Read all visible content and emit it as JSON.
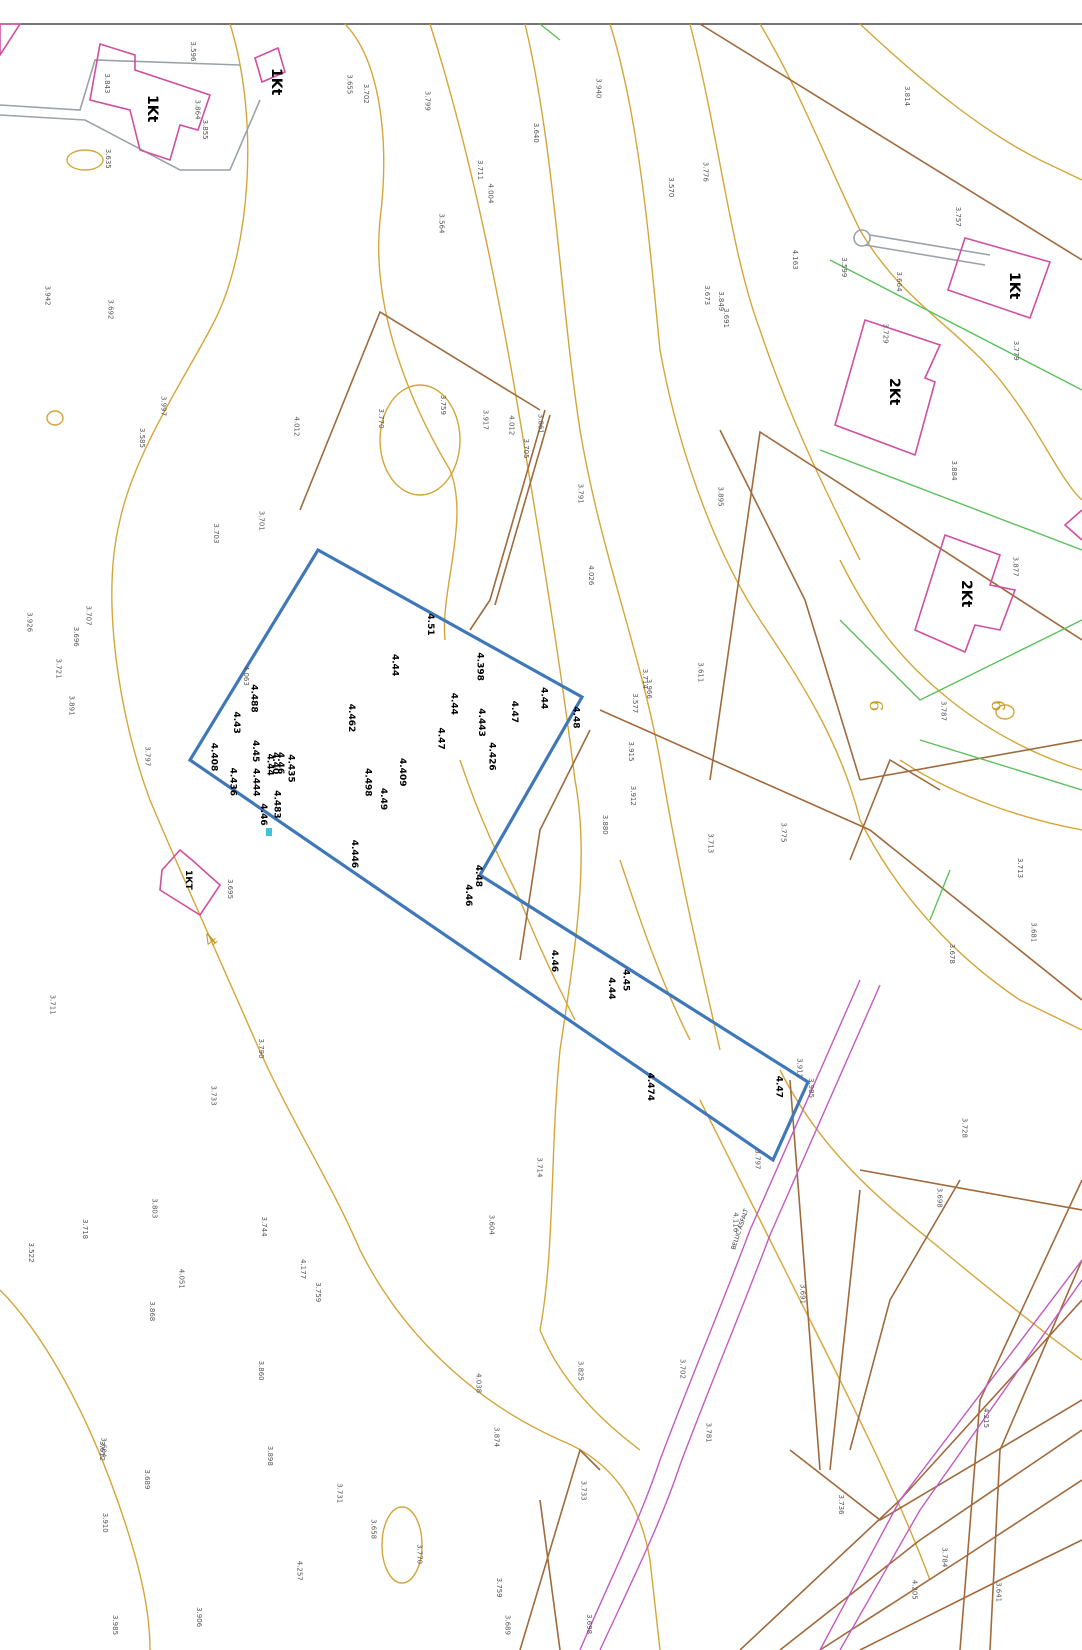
{
  "map": {
    "colors": {
      "contour": "#d4a63a",
      "boundary": "#a06a3c",
      "parcel": "#3f78b8",
      "building": "#d04fa0",
      "fence": "#9aa2ab",
      "green": "#5cc05c",
      "road": "#c25bc0"
    },
    "contour_labels": [
      "6",
      "6",
      "4"
    ],
    "building_labels": [
      "1Kt",
      "1Kt",
      "1Kt",
      "2Kt",
      "2Kt",
      "1КТ"
    ],
    "road_label": "BELUĆ ASFALT",
    "spot_heights_light": [
      "3.585",
      "3.604",
      "3.577",
      "3.759",
      "3.776",
      "3.861",
      "3.849",
      "3.880",
      "3.855",
      "3.641",
      "3.797",
      "3.779",
      "3.895",
      "3.906",
      "3.917",
      "4.026",
      "4.051",
      "3.910",
      "3.898",
      "4.012",
      "3.966",
      "3.985",
      "3.997",
      "4.004",
      "3.891",
      "3.877",
      "4.038",
      "4.012",
      "4.163",
      "4.177",
      "4.205",
      "4.215",
      "3.911",
      "3.940",
      "4.063",
      "4.116",
      "4.257",
      "3.926",
      "3.915",
      "3.985",
      "3.874",
      "3.912",
      "3.868",
      "3.884",
      "3.942",
      "3.797",
      "3.781",
      "3.860",
      "3.864",
      "3.843",
      "3.825",
      "3.664",
      "3.640",
      "3.707",
      "3.701",
      "3.599",
      "3.596",
      "3.570",
      "3.564",
      "3.522",
      "3.604",
      "3.658",
      "3.612",
      "3.635",
      "3.703",
      "3.711",
      "3.733",
      "3.689",
      "3.713",
      "3.728",
      "3.759",
      "3.787",
      "3.714",
      "3.736",
      "3.698",
      "3.702",
      "3.711",
      "3.681",
      "3.611",
      "3.691",
      "3.698",
      "3.696",
      "3.689",
      "3.673",
      "3.691",
      "3.695",
      "3.655",
      "3.713",
      "3.721",
      "3.733",
      "3.744",
      "3.731",
      "3.714",
      "3.729",
      "3.678",
      "3.692",
      "3.705",
      "3.702",
      "3.718",
      "3.757",
      "3.759",
      "3.799",
      "3.803",
      "3.814",
      "3.791",
      "3.770",
      "3.775",
      "3.790",
      "3.784",
      "3.770"
    ],
    "spot_heights_bold": [
      "4.488",
      "4.498",
      "4.44",
      "4.409",
      "4.483",
      "4.462",
      "4.436",
      "4.398",
      "4.426",
      "4.44",
      "4.46",
      "4.45",
      "4.47",
      "4.408",
      "4.44",
      "4.40",
      "4.43",
      "4.444",
      "4.435",
      "4.44",
      "4.46",
      "4.48",
      "4.443",
      "4.44",
      "4.47",
      "4.46",
      "4.49",
      "4.51",
      "4.47",
      "4.48",
      "4.474",
      "4.446",
      "4.45",
      "4.46"
    ]
  }
}
